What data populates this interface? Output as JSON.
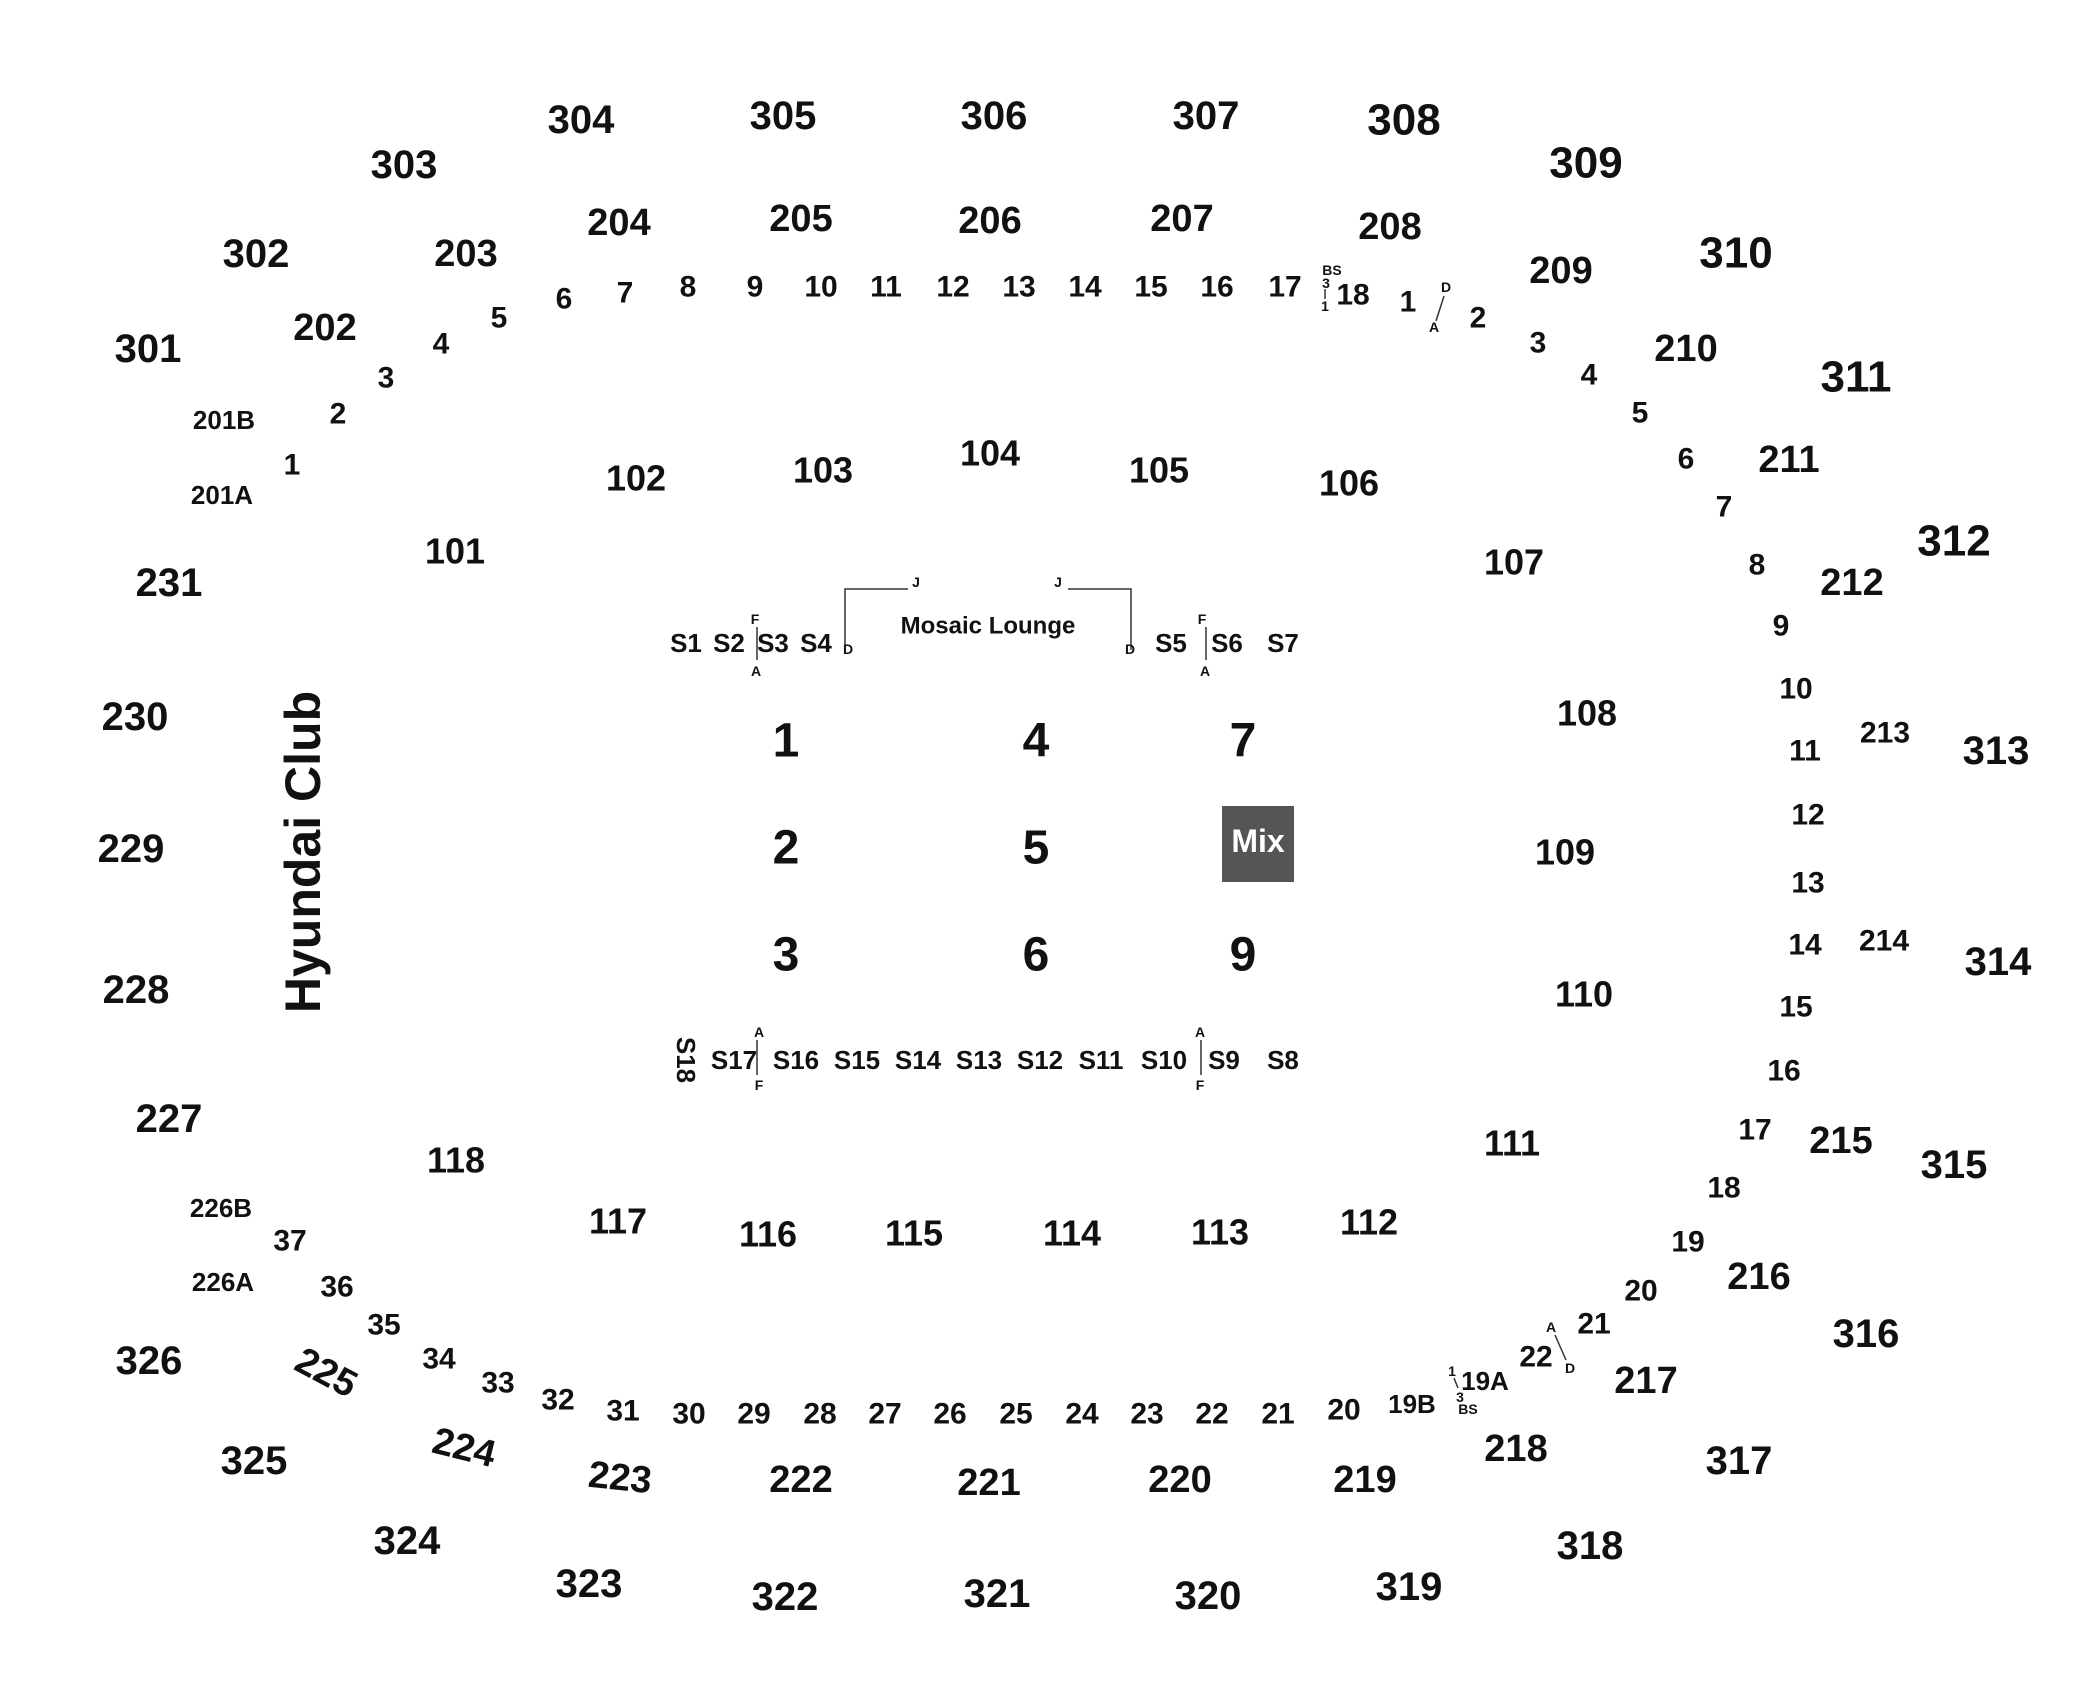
{
  "map": {
    "title_club": "Hyundai Club",
    "mosaic_lounge": "Mosaic Lounge",
    "mix": "Mix",
    "lounge_marks": {
      "left_j": "J",
      "right_j": "J",
      "left_d": "D",
      "right_d": "D"
    },
    "colors": {
      "text": "#111111",
      "background": "#ffffff",
      "mix_box": "#555555",
      "mix_text": "#ffffff"
    }
  },
  "sections_300": [
    "301",
    "302",
    "303",
    "304",
    "305",
    "306",
    "307",
    "308",
    "309",
    "310",
    "311",
    "312",
    "313",
    "314",
    "315",
    "316",
    "317",
    "318",
    "319",
    "320",
    "321",
    "322",
    "323",
    "324",
    "325",
    "326",
    "227",
    "228",
    "229",
    "230",
    "231"
  ],
  "sections_200": [
    "201A",
    "201B",
    "202",
    "203",
    "204",
    "205",
    "206",
    "207",
    "208",
    "209",
    "210",
    "211",
    "212",
    "213",
    "214",
    "215",
    "216",
    "217",
    "218",
    "219",
    "220",
    "221",
    "222",
    "223",
    "224",
    "225",
    "226A",
    "226B"
  ],
  "sections_100": [
    "101",
    "102",
    "103",
    "104",
    "105",
    "106",
    "107",
    "108",
    "109",
    "110",
    "111",
    "112",
    "113",
    "114",
    "115",
    "116",
    "117",
    "118"
  ],
  "floor_sections": [
    "1",
    "2",
    "3",
    "4",
    "5",
    "6",
    "7",
    "9"
  ],
  "stand_top": [
    "S1",
    "S2",
    "S3",
    "S4",
    "S5",
    "S6",
    "S7"
  ],
  "stand_bottom": [
    "S18",
    "S17",
    "S16",
    "S15",
    "S14",
    "S13",
    "S12",
    "S11",
    "S10",
    "S9",
    "S8"
  ],
  "box_rows_top": [
    "1",
    "2",
    "3",
    "4",
    "5",
    "6",
    "7",
    "8",
    "9",
    "10",
    "11",
    "12",
    "13",
    "14",
    "15",
    "16",
    "17",
    "18"
  ],
  "box_rows_right": [
    "1",
    "2",
    "3",
    "4",
    "5",
    "6",
    "7",
    "8",
    "9",
    "10",
    "11",
    "12",
    "13",
    "14",
    "15",
    "16",
    "17",
    "18",
    "19",
    "20",
    "21",
    "22"
  ],
  "box_rows_bottom": [
    "19A",
    "19B",
    "20",
    "21",
    "22",
    "23",
    "24",
    "25",
    "26",
    "27",
    "28",
    "29",
    "30",
    "31",
    "32",
    "33",
    "34",
    "35",
    "36",
    "37"
  ],
  "small_marks": [
    "BS",
    "3",
    "1",
    "D",
    "A",
    "F",
    "A",
    "F",
    "A",
    "A",
    "F",
    "A",
    "F",
    "1",
    "3",
    "BS",
    "A",
    "D"
  ]
}
